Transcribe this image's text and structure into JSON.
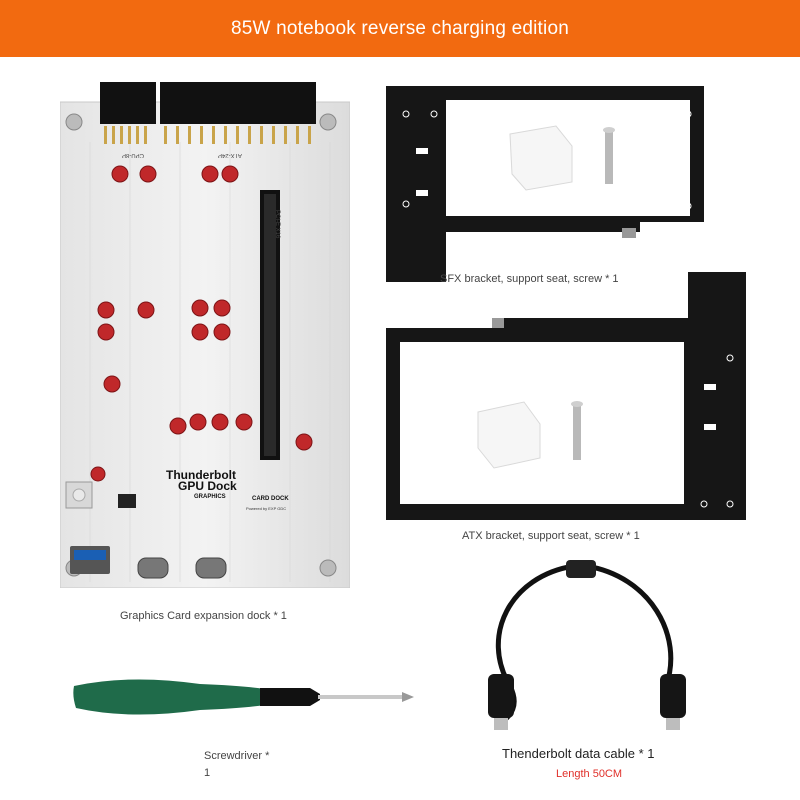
{
  "banner": {
    "title": "85W notebook reverse charging edition"
  },
  "products": {
    "dock": {
      "caption": "Graphics Card expansion dock * 1",
      "board_text": {
        "cpu_label": "CPU-8P",
        "atx_label": "ATX-24P",
        "pcie_label": "PCI-E X16",
        "brand_line1": "Thunderbolt",
        "brand_line2": "GPU Dock",
        "brand_line3": "GRAPHICS",
        "brand_line4": "CARD DOCK",
        "powered_by": "Powered by EXP GDC"
      }
    },
    "sfx": {
      "caption": "SFX bracket, support seat, screw * 1"
    },
    "atx": {
      "caption": "ATX bracket, support seat, screw * 1"
    },
    "screwdriver": {
      "caption_line1": "Screwdriver *",
      "caption_line2": "1"
    },
    "cable": {
      "caption": "Thenderbolt data cable * 1",
      "length": "Length 50CM"
    }
  },
  "colors": {
    "banner": "#f26a10",
    "length_text": "#e0302a",
    "screwdriver_handle": "#1f6b4a"
  }
}
